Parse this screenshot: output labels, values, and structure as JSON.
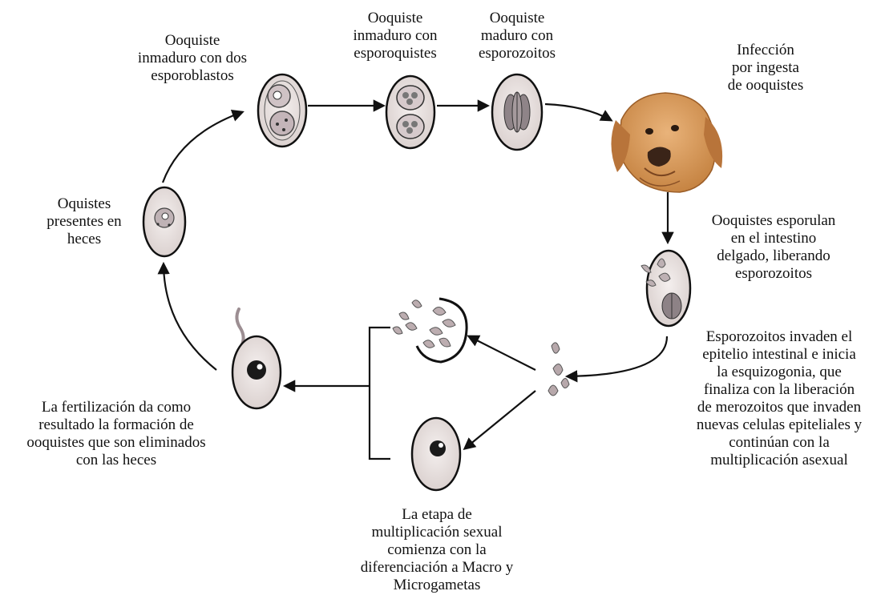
{
  "labels": {
    "immature_two_sporoblasts": "Ooquiste\ninmaduro con dos\nesporoblastos",
    "immature_sporocysts": "Ooquiste\ninmaduro con\nesporoquistes",
    "mature_sporozoites": "Ooquiste\nmaduro con\nesporozoitos",
    "infection": "Infección\npor ingesta\nde ooquistes",
    "sporulate": "Ooquistes esporulan\nen el intestino\ndelgado, liberando\nesporozoitos",
    "invade_epithelium": "Esporozoitos invaden el\nepitelio intestinal e inicia\nla esquizogonia, que\nfinaliza con la liberación\nde merozoitos que invaden\nnuevas celulas epiteliales y\ncontinúan con la\nmultiplicación asexual",
    "sexual_stage": "La etapa de\nmultiplicación sexual\ncomienza con la\ndiferenciación a Macro y\nMicrogametas",
    "fertilization": "La fertilización da como\nresultado la formación de\nooquistes que son eliminados\ncon las heces",
    "oocysts_feces": "Oquistes\npresentes en\nheces"
  },
  "colors": {
    "outline": "#1a1a1a",
    "cyst_fill": "#ece6e4",
    "organism": "#b8a9ad",
    "dog_fur": "#d79a5a",
    "dog_dark": "#a9692f"
  }
}
